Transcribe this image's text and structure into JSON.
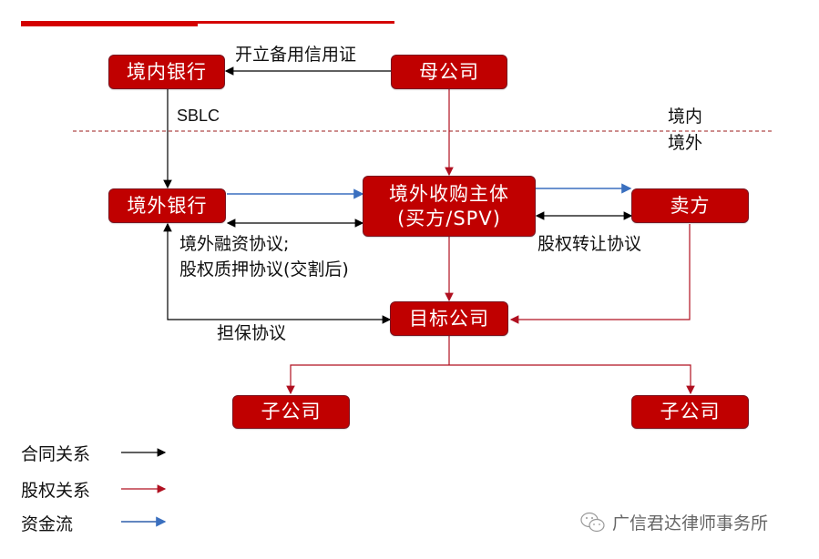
{
  "nodes": {
    "domestic_bank": "境内银行",
    "parent_company": "母公司",
    "offshore_bank": "境外银行",
    "acquirer_line1": "境外收购主体",
    "acquirer_line2": "(买方/SPV)",
    "seller": "卖方",
    "target_company": "目标公司",
    "subsidiary_left": "子公司",
    "subsidiary_right": "子公司"
  },
  "edge_labels": {
    "sblc_issue": "开立备用信用证",
    "sblc": "SBLC",
    "financing_line1": "境外融资协议;",
    "financing_line2": "股权质押协议(交割后)",
    "share_transfer": "股权转让协议",
    "guarantee": "担保协议"
  },
  "zones": {
    "domestic": "境内",
    "offshore": "境外"
  },
  "legend": [
    {
      "label": "合同关系",
      "color": "#000000"
    },
    {
      "label": "股权关系",
      "color": "#c00000"
    },
    {
      "label": "资金流",
      "color": "#2e5fac"
    }
  ],
  "colors": {
    "contract": "#000000",
    "equity": "#b01020",
    "fund_flow": "#3a6fbf",
    "box_fill": "#c00000"
  },
  "watermark": "广信君达律师事务所"
}
